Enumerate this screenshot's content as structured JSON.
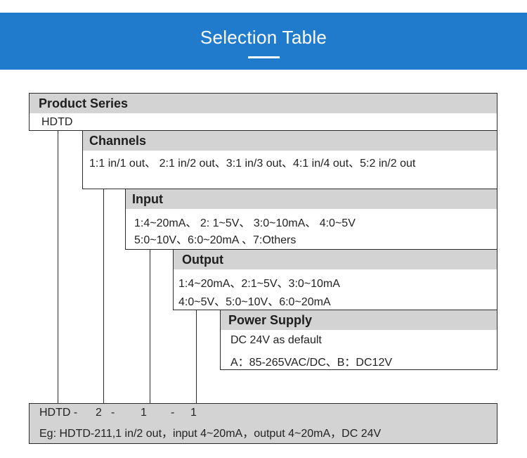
{
  "banner": {
    "title": "Selection Table",
    "color": "#217bcd"
  },
  "sections": [
    {
      "id": "product-series",
      "header": "Product Series",
      "lines": [
        "HDTD"
      ]
    },
    {
      "id": "channels",
      "header": "Channels",
      "lines": [
        "1:1 in/1 out、 2:1 in/2 out、3:1 in/3 out、4:1 in/4 out、5:2 in/2 out"
      ]
    },
    {
      "id": "input",
      "header": "Input",
      "lines": [
        "1:4~20mA、 2:    1~5V、 3:0~10mA、 4:0~5V",
        "5:0~10V、6:0~20mA 、7:Others"
      ]
    },
    {
      "id": "output",
      "header": "Output",
      "lines": [
        "1:4~20mA、2:1~5V、3:0~10mA",
        "4:0~5V、5:0~10V、6:0~20mA"
      ]
    },
    {
      "id": "power-supply",
      "header": "Power Supply",
      "lines": [
        "DC 24V as default",
        "A：85-265VAC/DC、B：DC12V"
      ]
    }
  ],
  "example": {
    "code_parts": [
      "HDTD -",
      "2",
      "-",
      "1",
      "-",
      "1"
    ],
    "description": "Eg: HDTD-211,1 in/2 out，input 4~20mA，output 4~20mA，DC 24V"
  },
  "colors": {
    "header_grey": "#d3d3d3",
    "border": "#2b2b2b"
  }
}
